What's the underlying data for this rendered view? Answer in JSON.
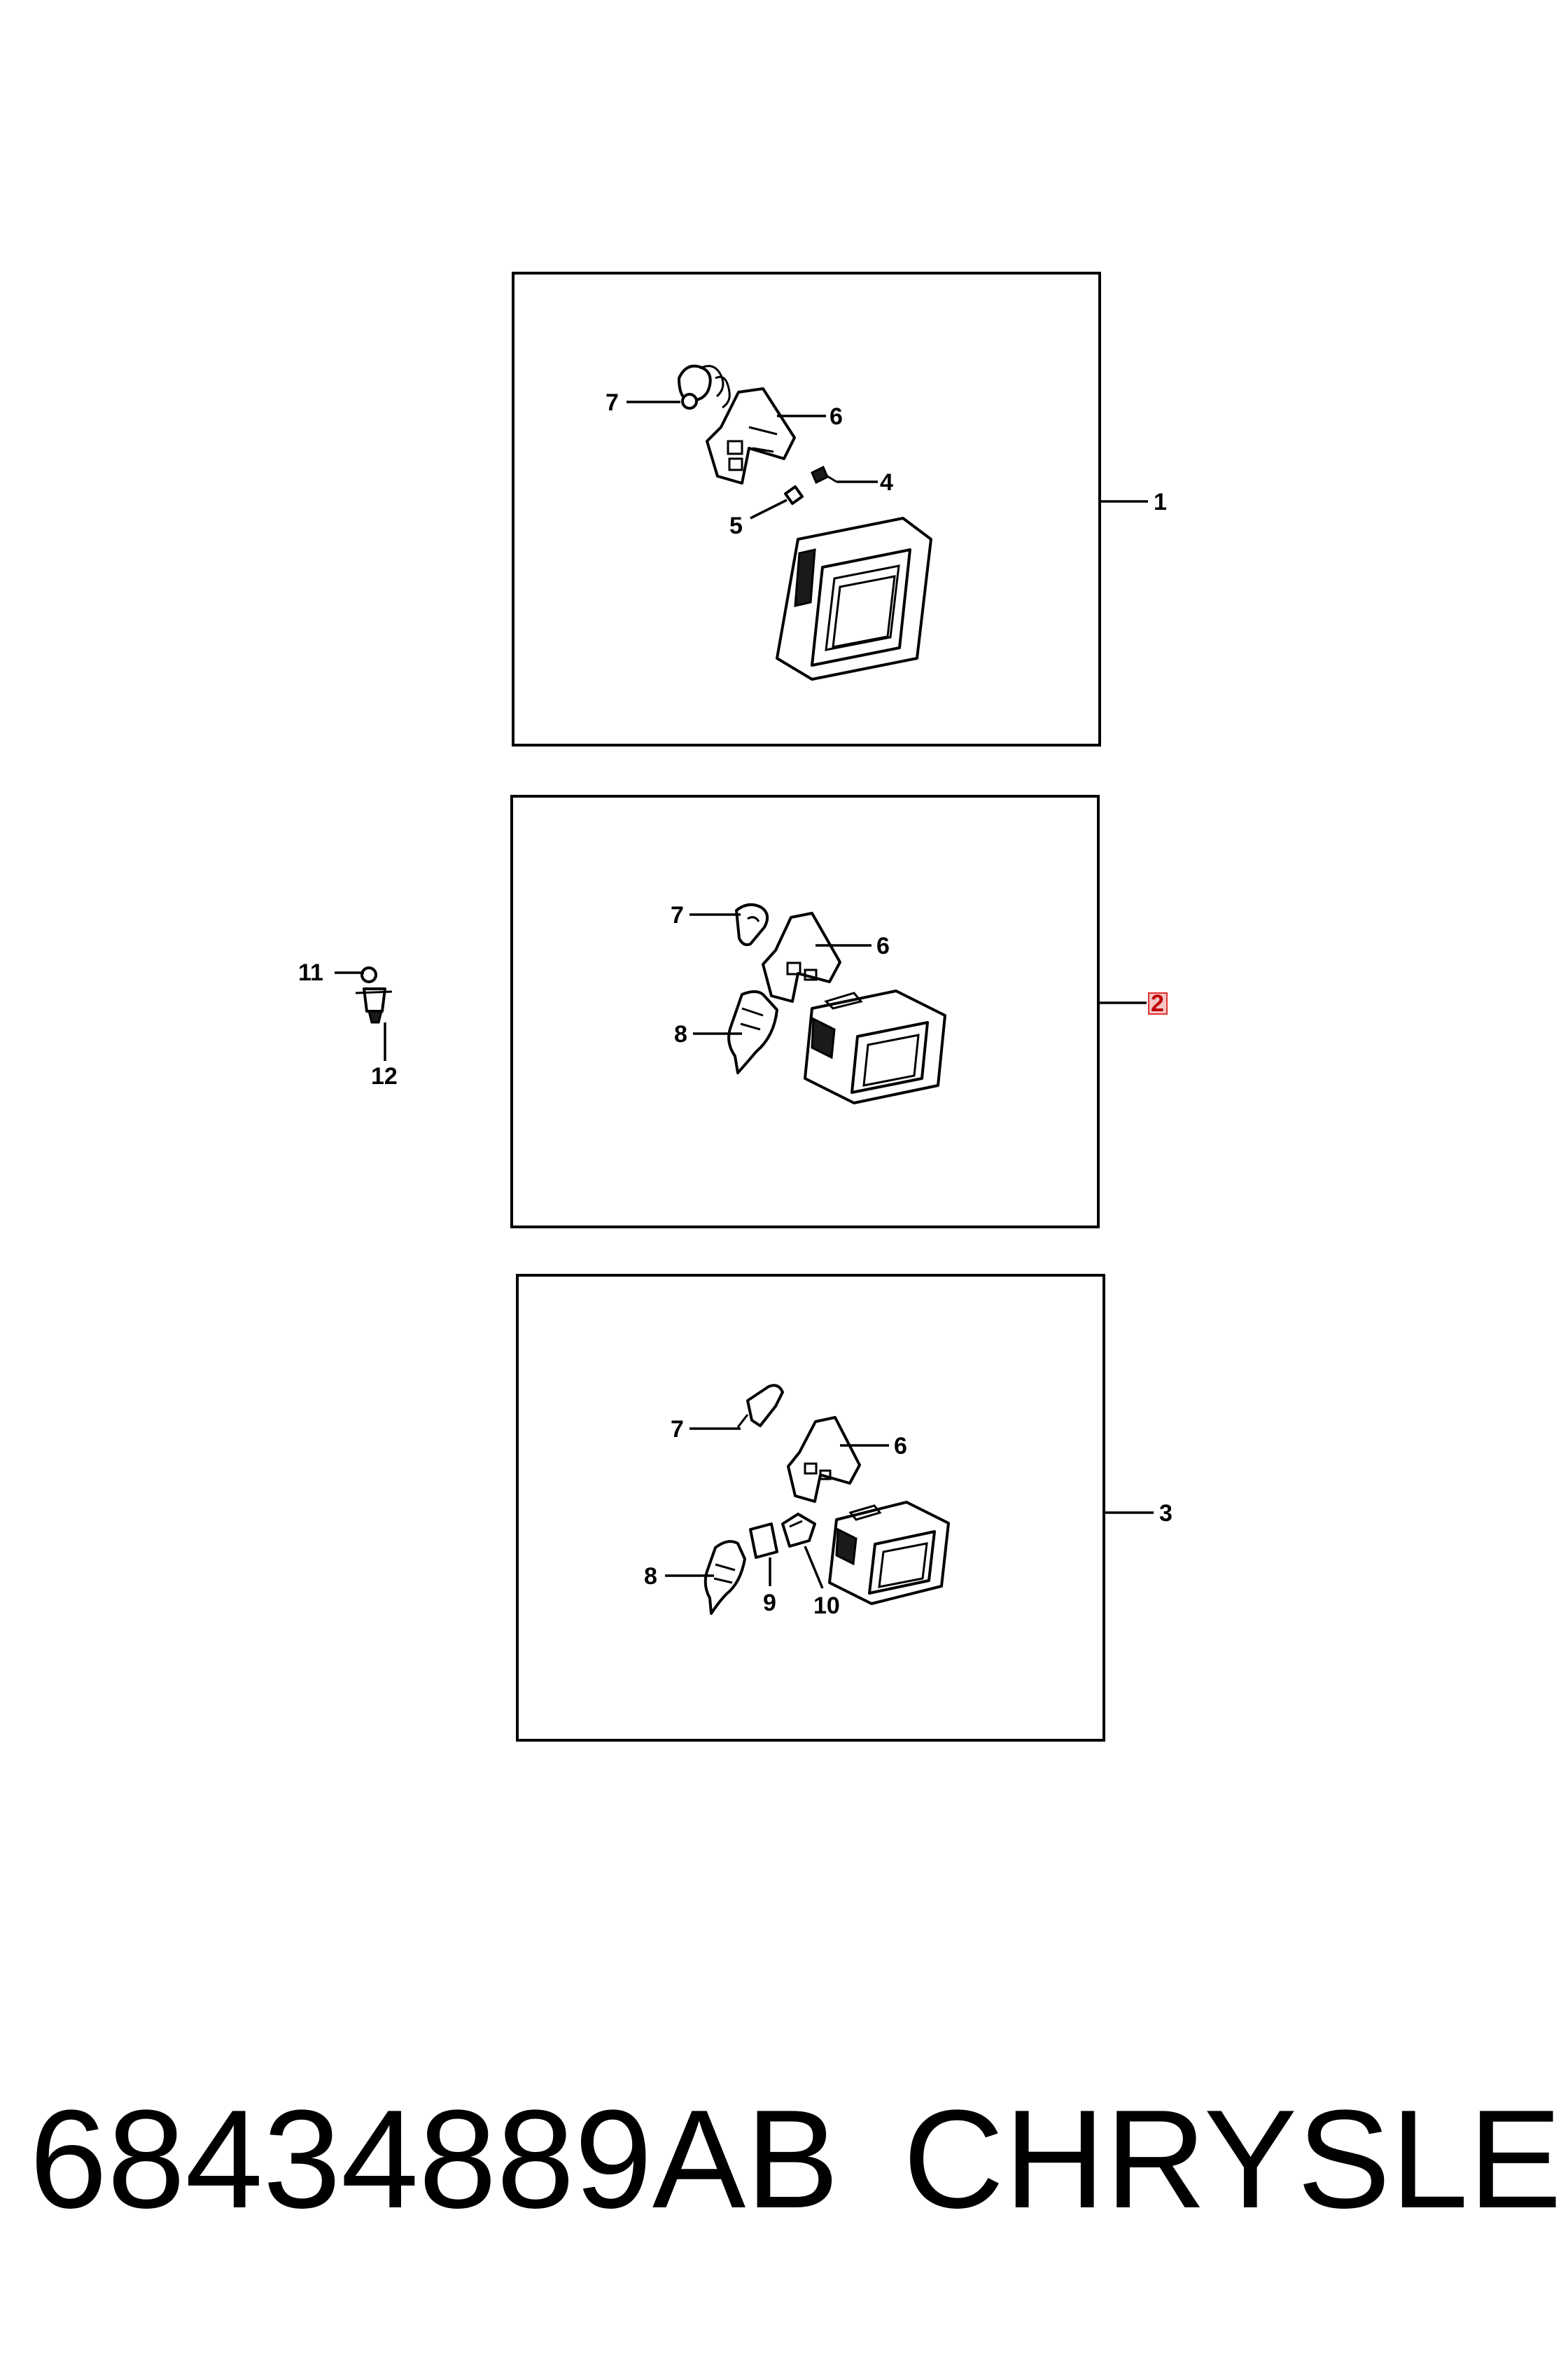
{
  "panels": [
    {
      "callout": "1",
      "parts": [
        {
          "label": "7"
        },
        {
          "label": "6"
        },
        {
          "label": "4"
        },
        {
          "label": "5"
        }
      ]
    },
    {
      "callout": "2",
      "highlighted": true,
      "parts": [
        {
          "label": "7"
        },
        {
          "label": "6"
        },
        {
          "label": "8"
        }
      ]
    },
    {
      "callout": "3",
      "parts": [
        {
          "label": "7"
        },
        {
          "label": "6"
        },
        {
          "label": "8"
        },
        {
          "label": "9"
        },
        {
          "label": "10"
        }
      ]
    }
  ],
  "loose_parts": [
    {
      "label": "11"
    },
    {
      "label": "12"
    }
  ],
  "footer": {
    "part_number": "68434889AB",
    "brand": "CHRYSLER"
  },
  "colors": {
    "line": "#000000",
    "highlight_fill": "#f5c6c6",
    "highlight_stroke": "#e03030"
  }
}
